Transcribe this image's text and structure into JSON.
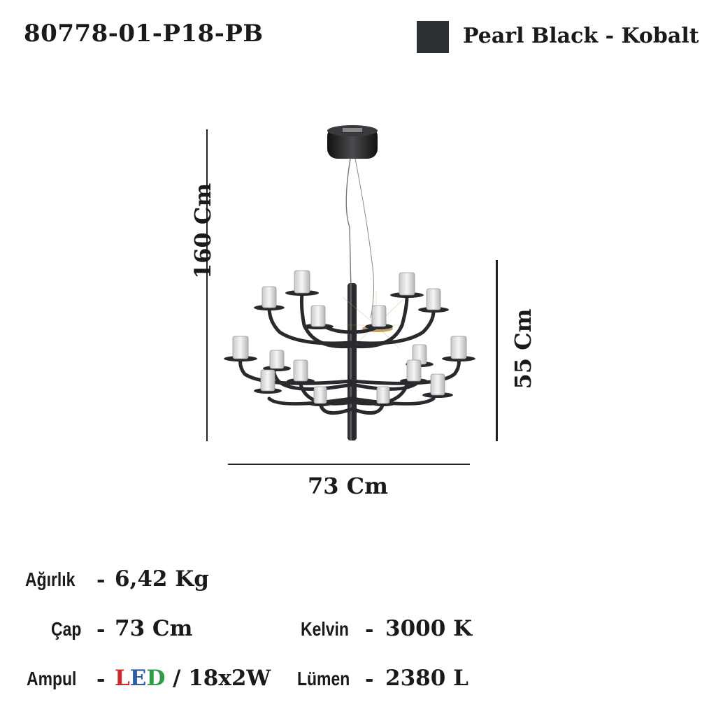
{
  "product": {
    "code": "80778-01-P18-PB",
    "finish_name": "Pearl Black - Kobalt",
    "finish_color": "#2c3033"
  },
  "dimensions": {
    "total_height": "160 Cm",
    "body_height": "55 Cm",
    "diameter": "73 Cm"
  },
  "specs": {
    "weight_label": "Ağırlık",
    "weight_value": "6,42 Kg",
    "diameter_label": "Çap",
    "diameter_value": "73 Cm",
    "kelvin_label": "Kelvin",
    "kelvin_value": "3000 K",
    "bulb_label": "Ampul",
    "bulb_l": "L",
    "bulb_e": "E",
    "bulb_d": "D",
    "bulb_rest": "/ 18x2W",
    "lumen_label": "Lümen",
    "lumen_value": "2380 L",
    "separator": "-"
  },
  "colors": {
    "led_l": "#d0262e",
    "led_e": "#2e5da8",
    "led_d": "#2f9a4a",
    "fixture_metal": "#2a2a2e"
  }
}
